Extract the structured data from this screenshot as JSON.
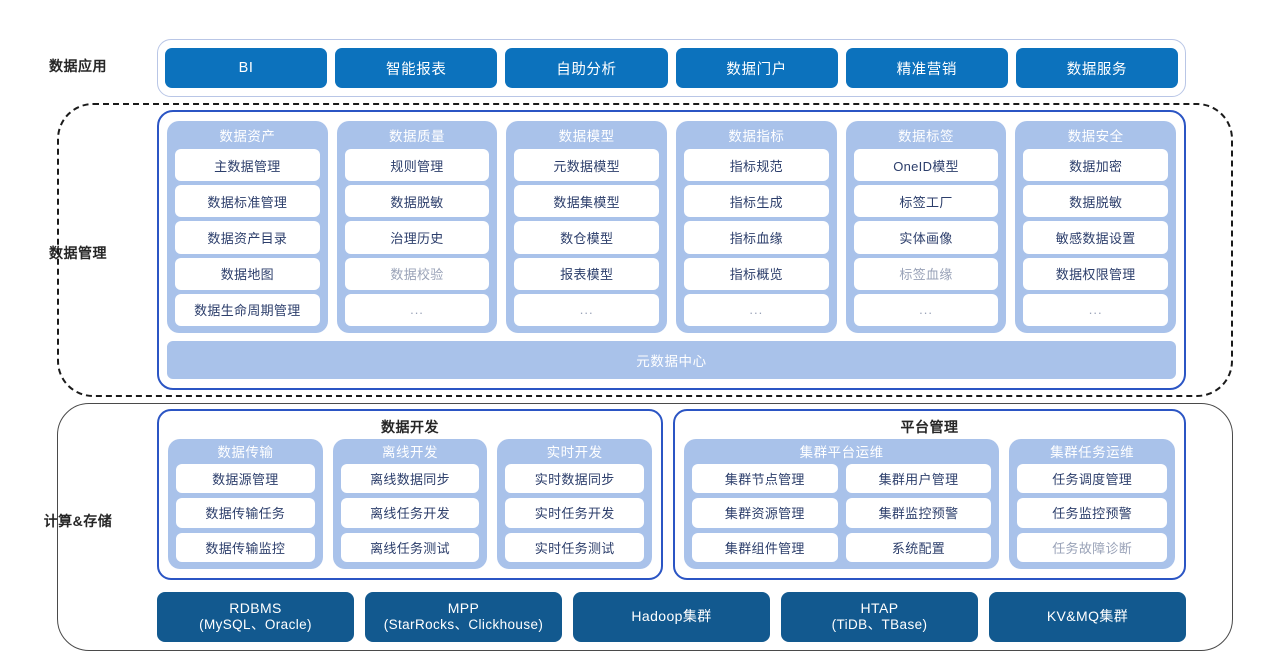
{
  "rows": {
    "application_label": "数据应用",
    "management_label": "数据管理",
    "compute_storage_label": "计算&存储"
  },
  "colors": {
    "app_chip": "#0c72bd",
    "group_bg": "#a9c2ea",
    "panel_border": "#2b55c4",
    "storage_chip": "#12598f",
    "item_text": "#2c3e6b",
    "muted_text": "#9aa3b8"
  },
  "application": {
    "chips": [
      {
        "label": "BI"
      },
      {
        "label": "智能报表"
      },
      {
        "label": "自助分析"
      },
      {
        "label": "数据门户"
      },
      {
        "label": "精准营销"
      },
      {
        "label": "数据服务"
      }
    ]
  },
  "management": {
    "groups": [
      {
        "title": "数据资产",
        "items": [
          {
            "label": "主数据管理",
            "muted": false
          },
          {
            "label": "数据标准管理",
            "muted": false
          },
          {
            "label": "数据资产目录",
            "muted": false
          },
          {
            "label": "数据地图",
            "muted": false
          },
          {
            "label": "数据生命周期管理",
            "muted": false
          }
        ]
      },
      {
        "title": "数据质量",
        "items": [
          {
            "label": "规则管理",
            "muted": false
          },
          {
            "label": "数据脱敏",
            "muted": false
          },
          {
            "label": "治理历史",
            "muted": false
          },
          {
            "label": "数据校验",
            "muted": true
          },
          {
            "label": "...",
            "muted": true
          }
        ]
      },
      {
        "title": "数据模型",
        "items": [
          {
            "label": "元数据模型",
            "muted": false
          },
          {
            "label": "数据集模型",
            "muted": false
          },
          {
            "label": "数仓模型",
            "muted": false
          },
          {
            "label": "报表模型",
            "muted": false
          },
          {
            "label": "...",
            "muted": true
          }
        ]
      },
      {
        "title": "数据指标",
        "items": [
          {
            "label": "指标规范",
            "muted": false
          },
          {
            "label": "指标生成",
            "muted": false
          },
          {
            "label": "指标血缘",
            "muted": false
          },
          {
            "label": "指标概览",
            "muted": false
          },
          {
            "label": "...",
            "muted": true
          }
        ]
      },
      {
        "title": "数据标签",
        "items": [
          {
            "label": "OneID模型",
            "muted": false
          },
          {
            "label": "标签工厂",
            "muted": false
          },
          {
            "label": "实体画像",
            "muted": false
          },
          {
            "label": "标签血缘",
            "muted": true
          },
          {
            "label": "...",
            "muted": true
          }
        ]
      },
      {
        "title": "数据安全",
        "items": [
          {
            "label": "数据加密",
            "muted": false
          },
          {
            "label": "数据脱敏",
            "muted": false
          },
          {
            "label": "敏感数据设置",
            "muted": false
          },
          {
            "label": "数据权限管理",
            "muted": false
          },
          {
            "label": "...",
            "muted": true
          }
        ]
      }
    ],
    "metadata_center": "元数据中心"
  },
  "development": {
    "title": "数据开发",
    "groups": [
      {
        "title": "数据传输",
        "items": [
          {
            "label": "数据源管理",
            "muted": false
          },
          {
            "label": "数据传输任务",
            "muted": false
          },
          {
            "label": "数据传输监控",
            "muted": false
          }
        ]
      },
      {
        "title": "离线开发",
        "items": [
          {
            "label": "离线数据同步",
            "muted": false
          },
          {
            "label": "离线任务开发",
            "muted": false
          },
          {
            "label": "离线任务测试",
            "muted": false
          }
        ]
      },
      {
        "title": "实时开发",
        "items": [
          {
            "label": "实时数据同步",
            "muted": false
          },
          {
            "label": "实时任务开发",
            "muted": false
          },
          {
            "label": "实时任务测试",
            "muted": false
          }
        ]
      }
    ]
  },
  "platform": {
    "title": "平台管理",
    "ops_group": {
      "title": "集群平台运维",
      "items": [
        {
          "label": "集群节点管理",
          "muted": false
        },
        {
          "label": "集群用户管理",
          "muted": false
        },
        {
          "label": "集群资源管理",
          "muted": false
        },
        {
          "label": "集群监控预警",
          "muted": false
        },
        {
          "label": "集群组件管理",
          "muted": false
        },
        {
          "label": "系统配置",
          "muted": false
        }
      ]
    },
    "task_group": {
      "title": "集群任务运维",
      "items": [
        {
          "label": "任务调度管理",
          "muted": false
        },
        {
          "label": "任务监控预警",
          "muted": false
        },
        {
          "label": "任务故障诊断",
          "muted": true
        }
      ]
    }
  },
  "storage": {
    "chips": [
      {
        "line1": "RDBMS",
        "line2": "(MySQL、Oracle)"
      },
      {
        "line1": "MPP",
        "line2": "(StarRocks、Clickhouse)"
      },
      {
        "line1": "Hadoop集群",
        "line2": ""
      },
      {
        "line1": "HTAP",
        "line2": "(TiDB、TBase)"
      },
      {
        "line1": "KV&MQ集群",
        "line2": ""
      }
    ]
  }
}
